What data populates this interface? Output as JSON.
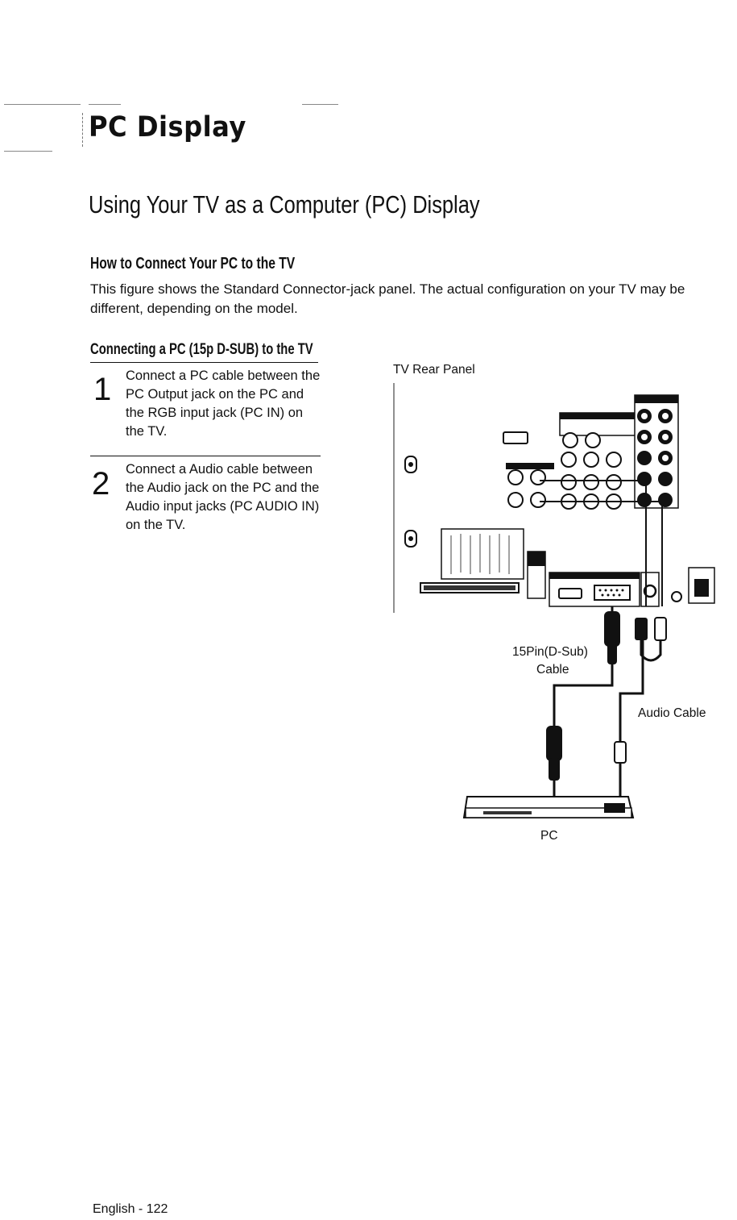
{
  "page": {
    "title": "PC Display",
    "section_title": "Using Your TV as a Computer (PC) Display",
    "subheading": "How to Connect Your PC to the TV",
    "intro": "This figure shows the Standard Connector-jack panel. The actual configuration on your TV may be different, depending on the model.",
    "connect_heading": "Connecting a PC (15p D-SUB) to the TV",
    "steps": [
      {
        "number": "1",
        "text": "Connect a PC cable between the PC Output jack on the PC and the RGB input jack (PC IN) on the TV."
      },
      {
        "number": "2",
        "text": "Connect a Audio cable between the Audio jack on the PC and the Audio input jacks (PC AUDIO IN) on the TV."
      }
    ],
    "footer": "English - 122"
  },
  "diagram": {
    "tv_label": "TV Rear Panel",
    "dsub_cable_label_1": "15Pin(D-Sub)",
    "dsub_cable_label_2": "Cable",
    "audio_cable_label": "Audio Cable",
    "pc_label": "PC"
  }
}
